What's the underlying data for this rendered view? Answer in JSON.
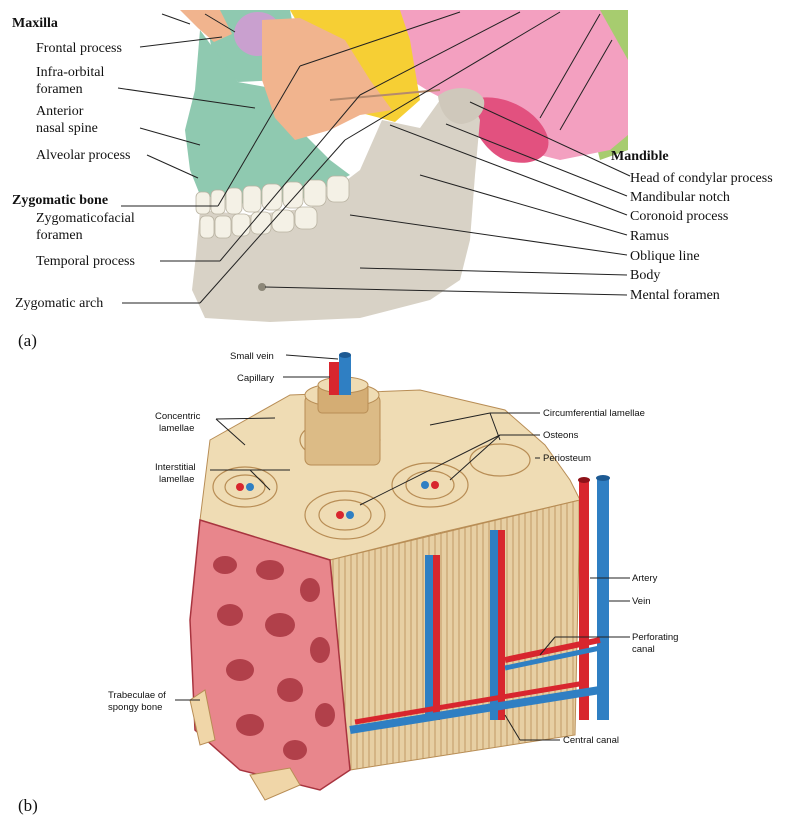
{
  "panel_a": {
    "tag": "(a)",
    "groups": {
      "maxilla": "Maxilla",
      "zygomatic_bone": "Zygomatic bone",
      "mandible": "Mandible"
    },
    "left_labels": {
      "frontal_process": "Frontal process",
      "infra_orbital_1": "Infra-orbital",
      "infra_orbital_2": "foramen",
      "anterior_nasal_1": "Anterior",
      "anterior_nasal_2": "nasal spine",
      "alveolar_process": "Alveolar process",
      "zygomaticofacial_1": "Zygomaticofacial",
      "zygomaticofacial_2": "foramen",
      "temporal_process": "Temporal process",
      "zygomatic_arch": "Zygomatic arch"
    },
    "right_labels": {
      "head_condylar": "Head of condylar process",
      "mandibular_notch": "Mandibular notch",
      "coronoid_process": "Coronoid process",
      "ramus": "Ramus",
      "oblique_line": "Oblique line",
      "body": "Body",
      "mental_foramen": "Mental foramen"
    },
    "colors": {
      "maxilla": "#8fc9b0",
      "zygomatic": "#f1b48e",
      "mandible": "#d8d2c6",
      "sphenoid_pink": "#f3a0c0",
      "temporal_magenta": "#e2517f",
      "frontal_yellow": "#f6cf34",
      "orbit_purple": "#c9a0cf",
      "occipital_green": "#a7cc6f",
      "teeth": "#f4f1e6"
    }
  },
  "panel_b": {
    "tag": "(b)",
    "labels": {
      "small_vein": "Small vein",
      "capillary": "Capillary",
      "concentric_1": "Concentric",
      "concentric_2": "lamellae",
      "interstitial_1": "Interstitial",
      "interstitial_2": "lamellae",
      "circumferential": "Circumferential lamellae",
      "osteons": "Osteons",
      "periosteum": "Periosteum",
      "artery": "Artery",
      "vein": "Vein",
      "perforating_1": "Perforating",
      "perforating_2": "canal",
      "trabeculae_1": "Trabeculae of",
      "trabeculae_2": "spongy bone",
      "central_canal": "Central canal"
    },
    "colors": {
      "bone_tan": "#e7cfa3",
      "bone_dark": "#b88d55",
      "spongy_pink": "#e8868c",
      "spongy_dark": "#a8343f",
      "artery_red": "#d8262e",
      "vein_blue": "#2f7fc3"
    }
  }
}
